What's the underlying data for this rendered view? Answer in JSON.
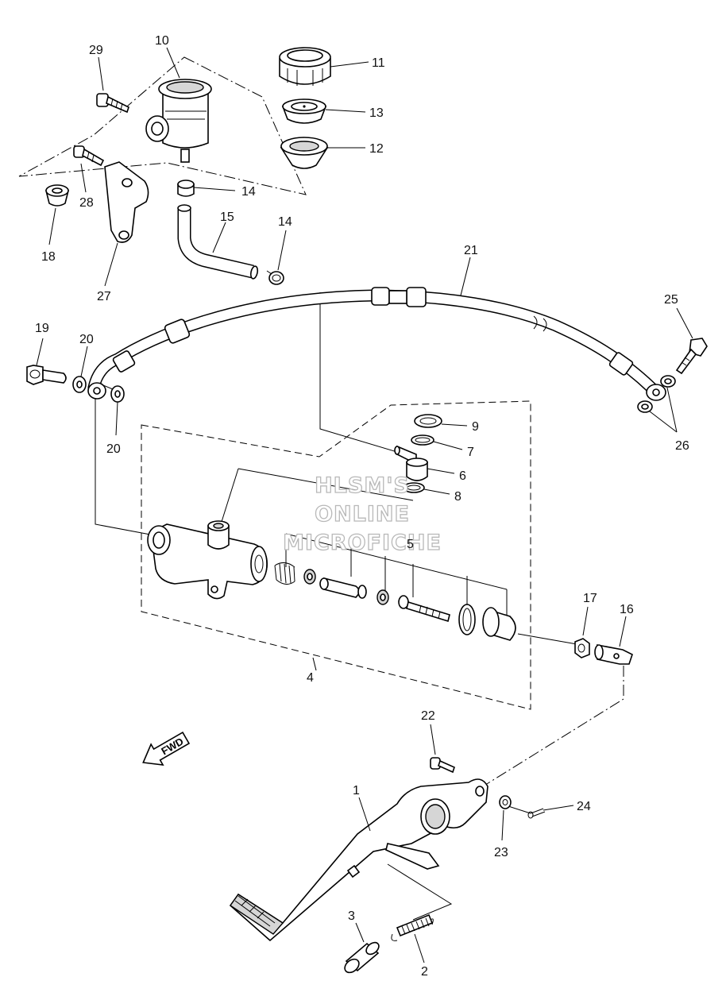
{
  "watermark": {
    "line1": "HLSM'S",
    "line2": "ONLINE",
    "line3": "MICROFICHE"
  },
  "fwd_label": "FWD",
  "callouts": [
    "1",
    "2",
    "3",
    "4",
    "5",
    "6",
    "7",
    "8",
    "9",
    "10",
    "11",
    "12",
    "13",
    "14",
    "14",
    "15",
    "16",
    "17",
    "18",
    "19",
    "20",
    "20",
    "21",
    "22",
    "23",
    "24",
    "25",
    "26",
    "27",
    "28",
    "29"
  ]
}
